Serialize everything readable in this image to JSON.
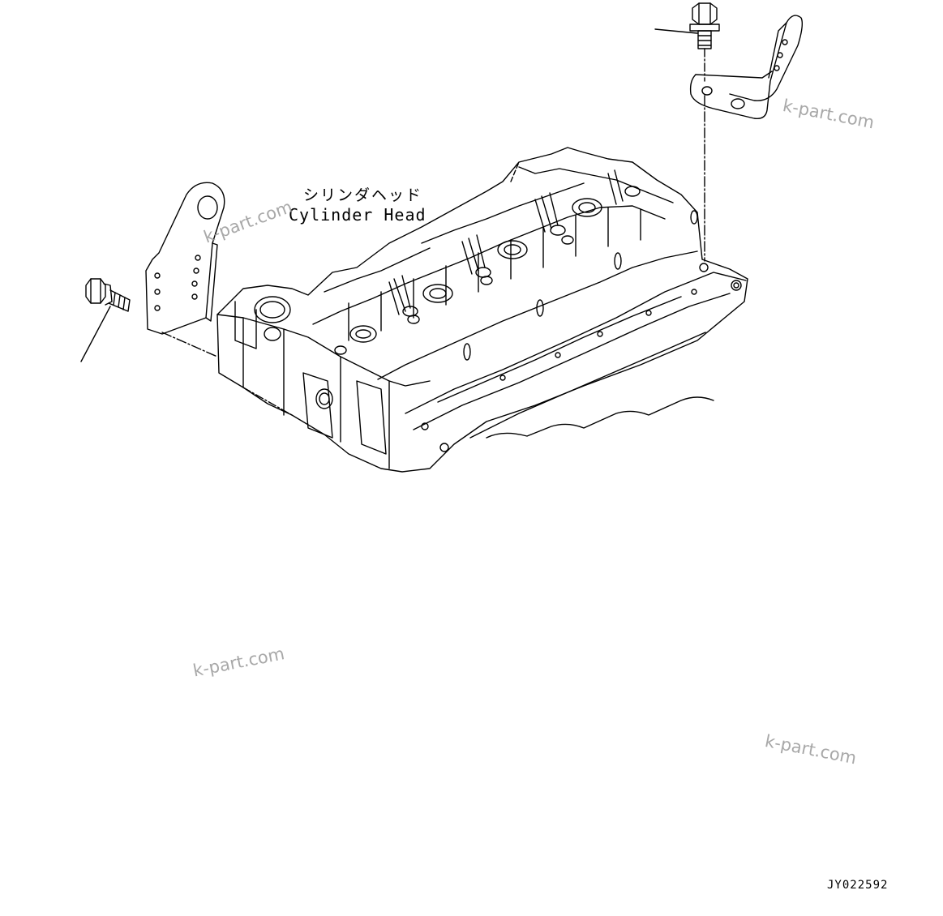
{
  "labels": {
    "part_name_ja": "シリンダヘッド",
    "part_name_en": "Cylinder Head"
  },
  "watermarks": [
    "k-part.com",
    "k-part.com",
    "k-part.com",
    "k-part.com"
  ],
  "drawing_code": "JY022592",
  "colors": {
    "line": "#000000",
    "watermark": "#9a9a9a",
    "background": "#ffffff"
  }
}
